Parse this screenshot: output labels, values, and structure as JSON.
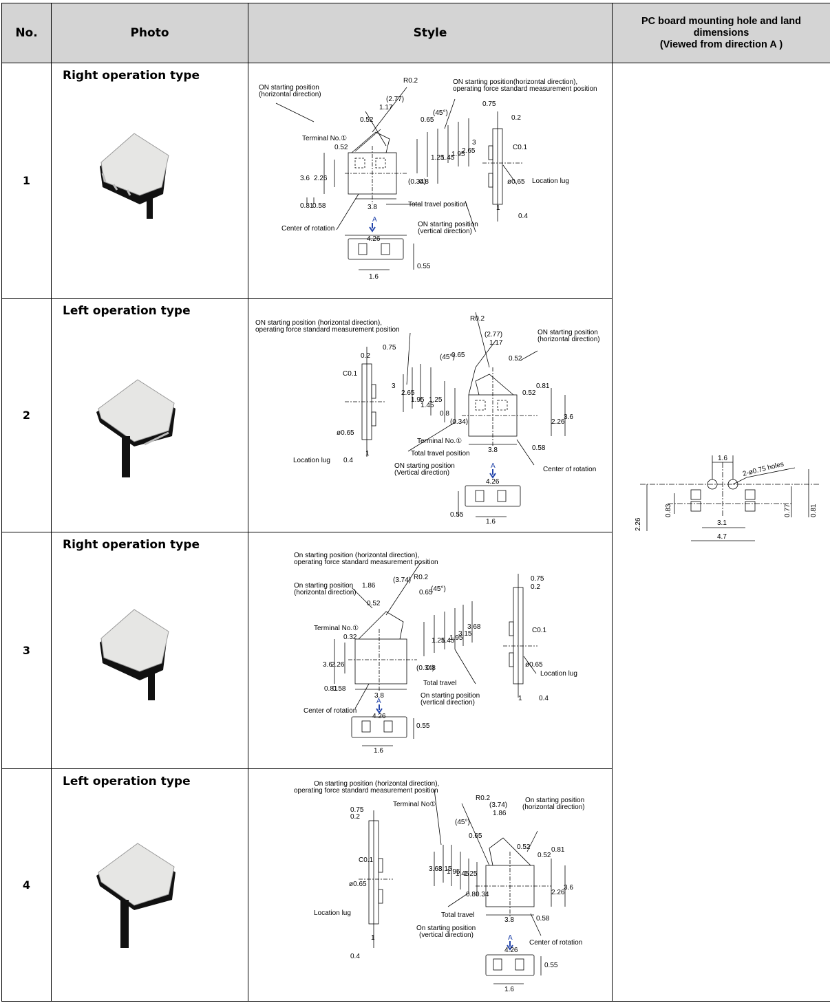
{
  "headers": {
    "no": "No.",
    "photo": "Photo",
    "style": "Style",
    "pc": [
      "PC board mounting hole and land",
      "dimensions",
      "(Viewed from direction A )"
    ]
  },
  "rows": [
    {
      "no": "1",
      "title": "Right operation type"
    },
    {
      "no": "2",
      "title": "Left operation type"
    },
    {
      "no": "3",
      "title": "Right operation type"
    },
    {
      "no": "4",
      "title": "Left operation type"
    }
  ],
  "d1": {
    "on_h1": "ON starting position",
    "on_h2": "(horizontal direction)",
    "on_f1": "ON starting position(horizontal direction),",
    "on_f2": "operating force standard measurement position",
    "terminal": "Terminal No.①",
    "center": "Center of rotation",
    "total": "Total travel position",
    "on_v1": "ON starting position",
    "on_v2": "(vertical direction)",
    "lug": "Location lug",
    "a": "A",
    "dims": [
      "(2.77)",
      "R0.2",
      "1.17",
      "0.52",
      "0.65",
      "(45°)",
      "0.75",
      "0.2",
      "C0.1",
      "3",
      "2.65",
      "1.95",
      "1.45",
      "1.25",
      "0.52",
      "3.6",
      "2.26",
      "(0.34)",
      "0.8",
      "ø0.65",
      "0.81",
      "0.58",
      "3.8",
      "1",
      "0.4",
      "4.26",
      "1.6",
      "0.55"
    ]
  },
  "d2": {
    "on_f1": "ON starting position (horizontal direction),",
    "on_f2": "operating force standard measurement position",
    "on_h1": "ON starting position",
    "on_h2": "(horizontal direction)",
    "terminal": "Terminal No.①",
    "total": "Total travel position",
    "on_v1": "ON starting position",
    "on_v2": "(Vertical direction)",
    "center": "Center of rotation",
    "lug": "Location lug",
    "a": "A",
    "dims": [
      "R0.2",
      "(2.77)",
      "1.17",
      "(45°)",
      "0.65",
      "0.52",
      "0.75",
      "0.2",
      "C0.1",
      "3",
      "2.65",
      "1.95",
      "1.45",
      "1.25",
      "0.8",
      "(0.34)",
      "0.52",
      "0.81",
      "2.26",
      "3.6",
      "ø0.65",
      "0.4",
      "1",
      "0.58",
      "3.8",
      "4.26",
      "1.6",
      "0.55"
    ]
  },
  "d3": {
    "on_f1": "On starting position (horizontal direction),",
    "on_f2": "operating force standard measurement position",
    "on_h1": "On starting position",
    "on_h2": "(horizontal direction)",
    "terminal": "Terminal No.①",
    "center": "Center of rotation",
    "total": "Total travel",
    "on_v1": "On starting position",
    "on_v2": "(vertical direction)",
    "lug": "Location lug",
    "a": "A",
    "dims": [
      "1.86",
      "(3.74)",
      "R0.2",
      "0.65",
      "(45°)",
      "0.52",
      "0.75",
      "0.2",
      "C0.1",
      "3.68",
      "3.15",
      "1.95",
      "1.45",
      "1.25",
      "0.32",
      "3.6",
      "2.26",
      "(0.34)",
      "0.8",
      "ø0.65",
      "0.81",
      "0.58",
      "3.8",
      "1",
      "0.4",
      "4.26",
      "1.6",
      "0.55"
    ]
  },
  "d4": {
    "on_f1": "On starting position (horizontal direction),",
    "on_f2": "operating force standard measurement position",
    "on_h1": "On starting position",
    "on_h2": "(horizontal direction)",
    "terminal": "Terminal No①",
    "center": "Center of rotation",
    "total": "Total travel",
    "on_v1": "On starting position",
    "on_v2": "(vertical direction)",
    "lug": "Location lug",
    "a": "A",
    "dims": [
      "0.75",
      "0.2",
      "R0.2",
      "(3.74)",
      "1.86",
      "(45°)",
      "0.65",
      "0.52",
      "C0.1",
      "3.68",
      "3.15",
      "1.95",
      "1.45",
      "1.25",
      "0.8",
      "0.34",
      "0.52",
      "0.81",
      "2.26",
      "3.6",
      "ø0.65",
      "1",
      "0.4",
      "0.58",
      "3.8",
      "4.26",
      "1.6",
      "0.55"
    ]
  },
  "pcb": {
    "holes": "2-ø0.75 holes",
    "d_1_6": "1.6",
    "d_2_26": "2.26",
    "d_0_83": "0.83",
    "d_3_1": "3.1",
    "d_4_7": "4.7",
    "d_0_77": "0.77",
    "d_0_81": "0.81"
  }
}
